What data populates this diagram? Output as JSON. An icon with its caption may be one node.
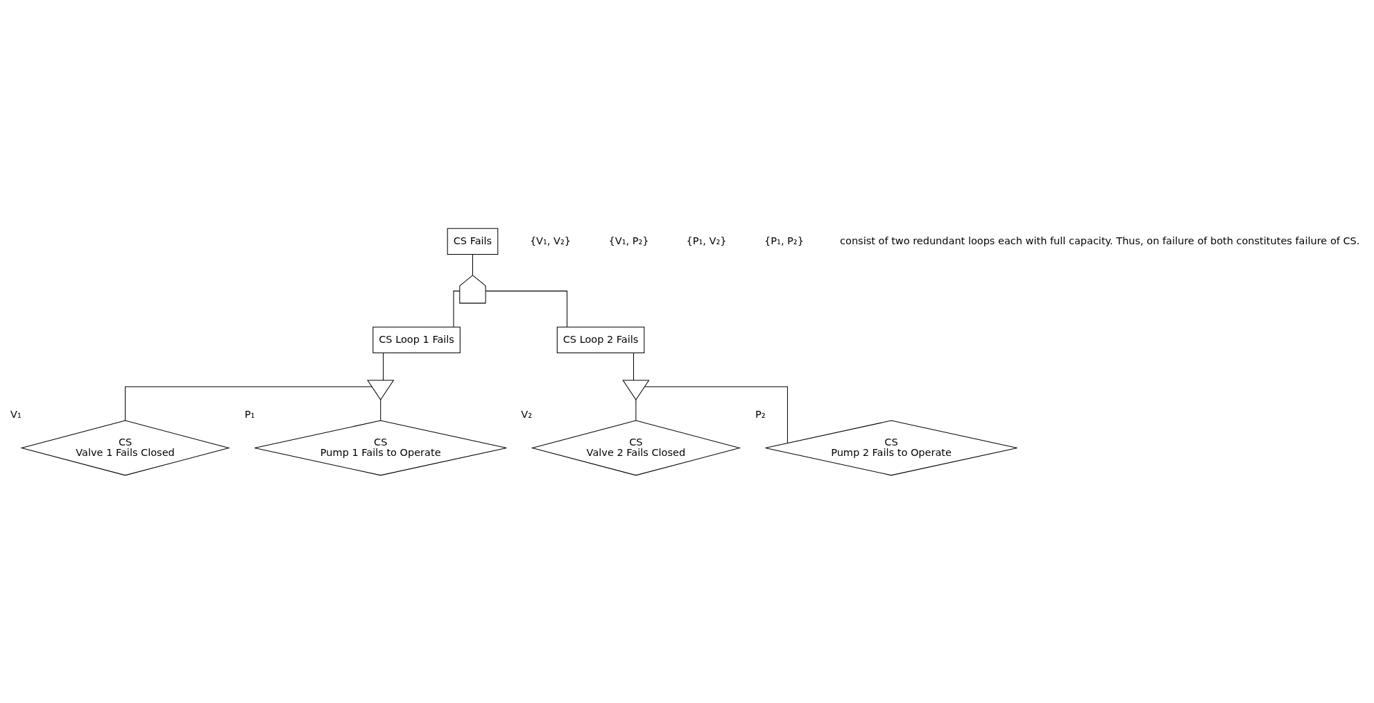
{
  "diagram": {
    "nodes": [
      {
        "text": [
          "CS Fails"
        ]
      },
      {
        "text": [],
        "shape": "and-gate"
      },
      {
        "text": [
          "CS Loop 1 Fails"
        ]
      },
      {
        "text": [
          "CS Loop 2 Fails"
        ]
      },
      {
        "text": [],
        "shape": "or-gate"
      },
      {
        "text": [],
        "shape": "or-gate"
      },
      {
        "text": [
          "CS",
          "Valve 1 Fails Closed"
        ],
        "beside": [
          "V₁"
        ]
      },
      {
        "text": [
          "CS",
          "Pump 1 Fails to Operate"
        ],
        "beside": [
          "P₁"
        ]
      },
      {
        "text": [
          "CS",
          "Valve 2 Fails Closed"
        ],
        "beside": [
          "V₂"
        ]
      },
      {
        "text": [
          "CS",
          "Pump 2 Fails to Operate"
        ],
        "beside": [
          "P₂"
        ]
      }
    ],
    "edges": [
      {
        "from": 0,
        "to": 1,
        "arrow": "none"
      },
      {
        "from": 1,
        "to": 2,
        "arrow": "none"
      },
      {
        "from": 1,
        "to": 3,
        "arrow": "none"
      },
      {
        "from": 2,
        "to": 4,
        "arrow": "none"
      },
      {
        "from": 3,
        "to": 5,
        "arrow": "none"
      },
      {
        "from": 4,
        "to": 6,
        "arrow": "none"
      },
      {
        "from": 4,
        "to": 7,
        "arrow": "none"
      },
      {
        "from": 5,
        "to": 8,
        "arrow": "none"
      },
      {
        "from": 5,
        "to": 9,
        "arrow": "none"
      }
    ],
    "labels": [
      "{V₁, V₂}",
      "{V₁, P₂}",
      "{P₁, V₂}",
      "{P₁, P₂}",
      "consist of two redundant loops each with full capacity. Thus, on failure of both constitutes failure of CS."
    ]
  }
}
